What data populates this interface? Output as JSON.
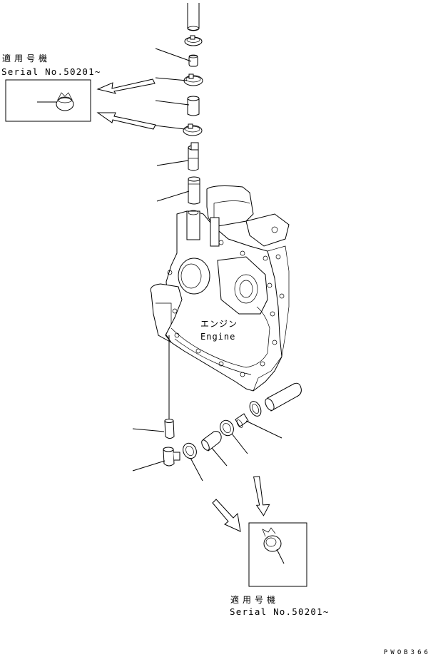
{
  "labels": {
    "top_left": {
      "applicable_jp": "適用号機",
      "serial": "Serial No.50201~"
    },
    "bottom_right": {
      "applicable_jp": "適用号機",
      "serial": "Serial No.50201~"
    },
    "engine_jp": "エンジン",
    "engine_en": "Engine",
    "drawing_code": "PWOB366"
  }
}
